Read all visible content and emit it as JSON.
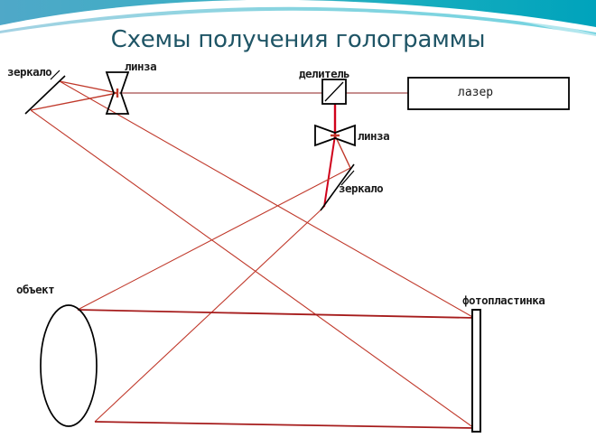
{
  "slide": {
    "title": "Схемы получения голограммы",
    "title_color": "#1F5566",
    "background": "#FFFFFF"
  },
  "banner": {
    "name": "decorative-wave-banner",
    "color_left": "#4FA8C8",
    "color_mid": "#1FAFBE",
    "color_right": "#00A0B8",
    "wave_color": "#FFFFFF"
  },
  "diagram": {
    "name": "hologram-recording-optical-setup",
    "beam_color": "#C8282D",
    "beam_color_light": "#C86A6A",
    "outline_color": "#000000",
    "components": [
      {
        "id": "mirror-left",
        "label": "зеркало",
        "kind": "mirror"
      },
      {
        "id": "lens-left",
        "label": "линза",
        "kind": "concave-lens-vertical"
      },
      {
        "id": "beam-splitter",
        "label": "делитель",
        "kind": "beam-splitter"
      },
      {
        "id": "laser",
        "label": "лазер",
        "kind": "source-box"
      },
      {
        "id": "lens-lower",
        "label": "линза",
        "kind": "concave-lens-horizontal"
      },
      {
        "id": "mirror-lower",
        "label": "зеркало",
        "kind": "mirror"
      },
      {
        "id": "object",
        "label": "объект",
        "kind": "ellipse-object"
      },
      {
        "id": "photo-plate",
        "label": "фотопластинка",
        "kind": "plate"
      }
    ],
    "labels": {
      "mirror_left": "зеркало",
      "lens_left": "линза",
      "beam_splitter": "делитель",
      "laser": "лазер",
      "lens_lower": "линза",
      "mirror_lower": "зеркало",
      "object": "объект",
      "photo_plate": "фотопластинка"
    }
  }
}
